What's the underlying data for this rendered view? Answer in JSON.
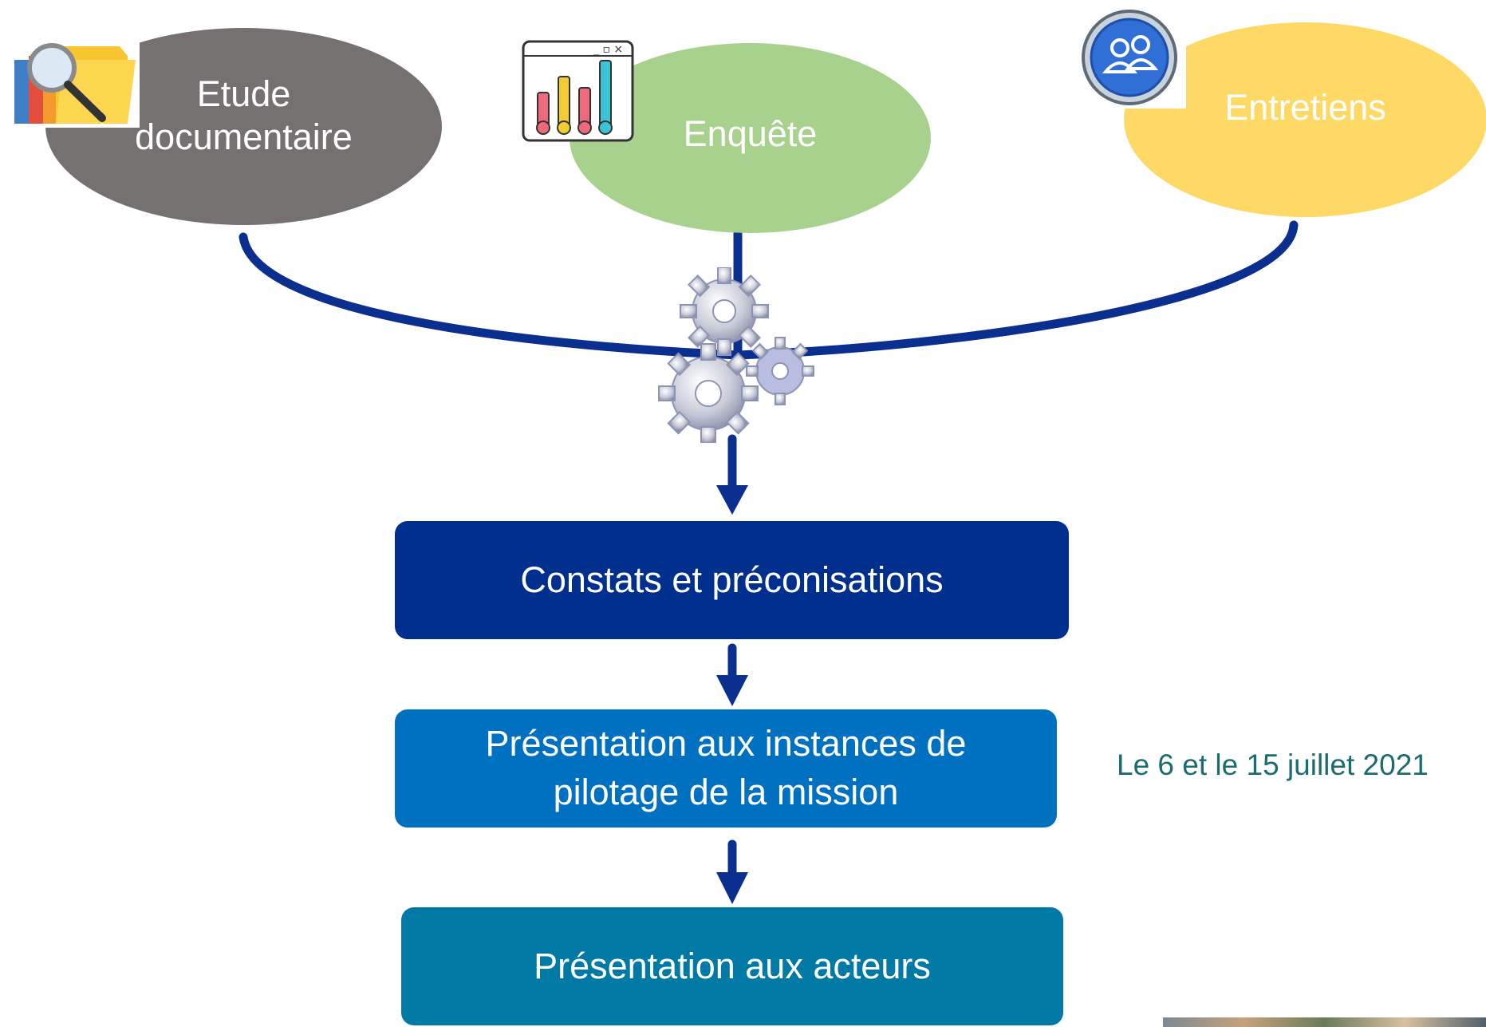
{
  "sources": {
    "etude": {
      "label": "Etude\ndocumentaire",
      "icon": "document-folder-magnifier-icon",
      "color": "#767171"
    },
    "enquete": {
      "label": "Enquête",
      "icon": "survey-bar-chart-icon",
      "color": "#a9d18e"
    },
    "entretiens": {
      "label": "Entretiens",
      "icon": "people-interview-icon",
      "color": "#ffd966"
    }
  },
  "center_icon": "gears-icon",
  "steps": [
    {
      "label": "Constats et préconisations",
      "color": "#002f8e"
    },
    {
      "label": "Présentation aux instances de\npilotage de la mission",
      "color": "#0070c0"
    },
    {
      "label": "Présentation aux acteurs",
      "color": "#0079a4"
    }
  ],
  "note": {
    "text": "Le 6 et le 15 juillet 2021",
    "color": "#1b6b6f"
  },
  "connector_color": "#0b2f8e"
}
